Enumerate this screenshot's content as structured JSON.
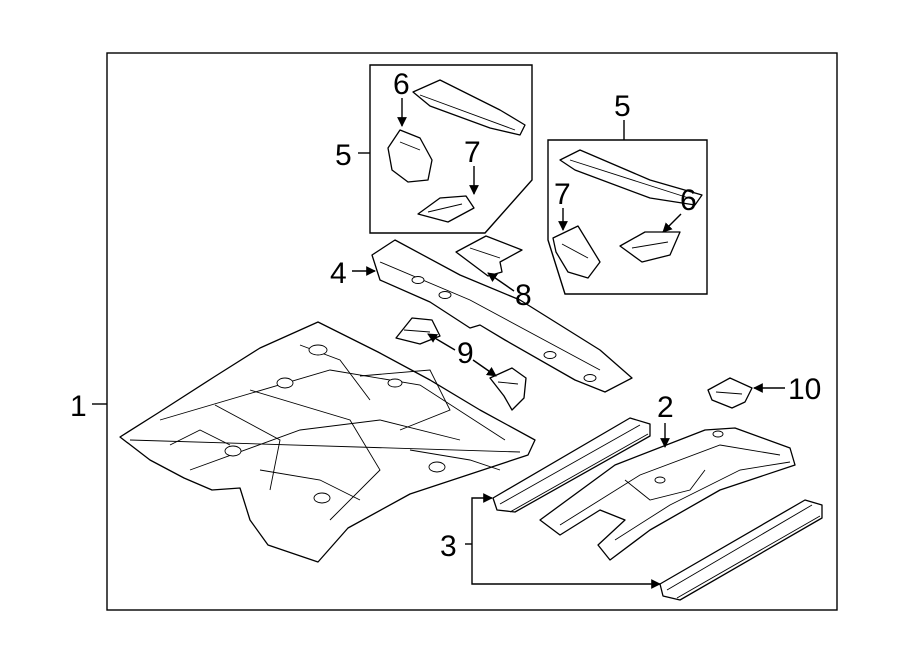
{
  "callouts": {
    "c1": "1",
    "c2": "2",
    "c3": "3",
    "c4": "4",
    "c5_inset_left": "5",
    "c5_inset_right": "5",
    "c6_inset_left": "6",
    "c6_inset_right": "6",
    "c7_inset_left": "7",
    "c7_inset_right": "7",
    "c8": "8",
    "c9": "9",
    "c10": "10"
  }
}
